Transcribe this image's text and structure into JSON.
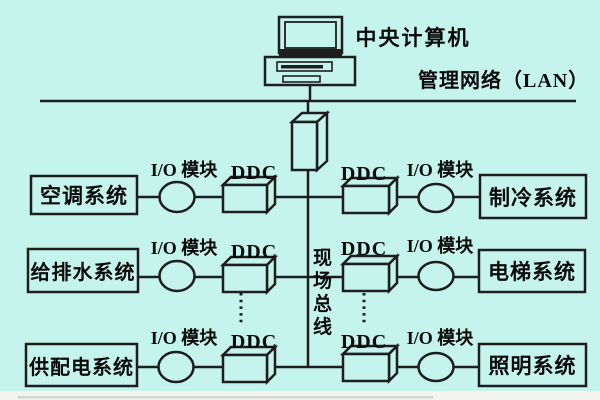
{
  "header": {
    "computer_label": "中央计算机",
    "lan_label": "管理网络（LAN）"
  },
  "bus": {
    "label": "现场总线",
    "chars": [
      "现",
      "场",
      "总",
      "线"
    ]
  },
  "labels": {
    "io": "I/O 模块",
    "ddc": "DDC"
  },
  "rows": [
    {
      "left_system": "空调系统",
      "right_system": "制冷系统"
    },
    {
      "left_system": "给排水系统",
      "right_system": "电梯系统"
    },
    {
      "left_system": "供配电系统",
      "right_system": "照明系统"
    }
  ],
  "colors": {
    "background": "#c5f4ed",
    "stroke": "#1e1e1e",
    "text": "#0a0a0a",
    "footer_strip": "#f4f4f1"
  }
}
